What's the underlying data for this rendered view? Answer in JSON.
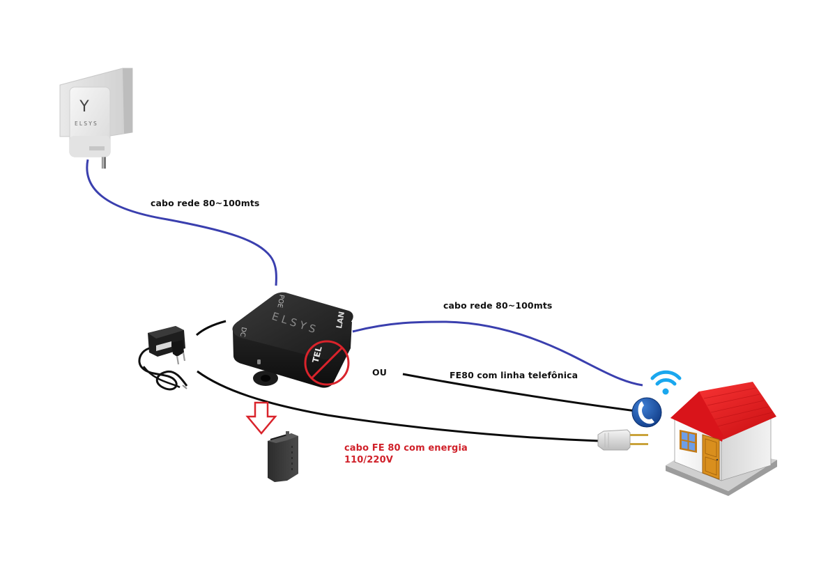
{
  "diagram": {
    "type": "network-installation-diagram",
    "colors": {
      "network_cable": "#3a3fae",
      "black_cable": "#0a0a0a",
      "warning_red": "#d0212a",
      "prohibit_red": "#d9232b",
      "roof_red": "#e8141b",
      "wifi_blue": "#1aa7ee",
      "phone_blue": "#1b4fa3"
    },
    "devices": {
      "outdoor_cpe": {
        "brand": "ELSYS",
        "logo_glyph": "Y"
      },
      "poe_injector": {
        "brand": "E L S Y S",
        "ports": {
          "poe": "POE",
          "dc": "DC",
          "lan": "LAN",
          "tel": "TEL"
        },
        "tel_port_status": "disabled"
      },
      "power_adapter": {
        "name": "power-adapter"
      },
      "fe80_module": {
        "name": "fe80-power-module"
      },
      "house": {
        "name": "house"
      }
    },
    "labels": {
      "cable_cpe_to_poe": "cabo rede 80~100mts",
      "cable_poe_to_house": "cabo rede 80~100mts",
      "or": "OU",
      "fe80_phone": "FE80 com linha telefônica",
      "fe80_power_line1": "cabo FE 80 com energia",
      "fe80_power_line2": "110/220V"
    },
    "icons": [
      "wifi-icon",
      "phone-icon",
      "power-plug-icon",
      "down-arrow-icon",
      "prohibited-icon"
    ],
    "connections": [
      {
        "from": "outdoor_cpe",
        "to": "poe_injector",
        "type": "network",
        "label_key": "cable_cpe_to_poe"
      },
      {
        "from": "poe_injector",
        "to": "house",
        "type": "network",
        "label_key": "cable_poe_to_house"
      },
      {
        "from": "poe_injector",
        "to": "house",
        "type": "fe80-phone-line",
        "label_key": "fe80_phone",
        "alternative": true
      },
      {
        "from": "power_adapter",
        "to": "poe_injector",
        "type": "power"
      },
      {
        "from": "power_adapter",
        "to": "house",
        "type": "fe80-power-line",
        "label_key": "fe80_power_line1"
      }
    ]
  }
}
